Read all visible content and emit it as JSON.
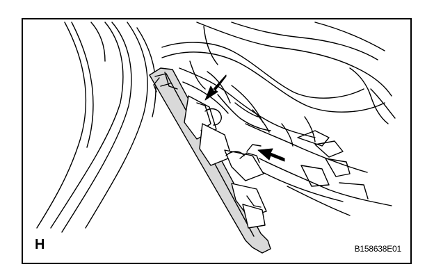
{
  "figure": {
    "panel_letter": "H",
    "figure_code": "B158638E01",
    "callouts": [
      {
        "name": "arrow-upper-clip",
        "direction": "down-left"
      },
      {
        "name": "arrow-lower-clip",
        "direction": "up-left"
      }
    ],
    "colors": {
      "line": "#000000",
      "background": "#ffffff",
      "panel_fill": "#d9d9d9"
    }
  }
}
